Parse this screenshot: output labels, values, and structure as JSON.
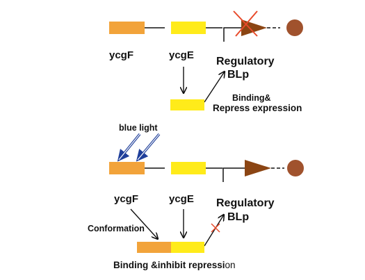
{
  "colors": {
    "ycgF": "#F2A33A",
    "ycgE": "#FFEB1A",
    "promoter_arrow": "#8B4513",
    "terminator": "#A0522D",
    "inhibit_cross": "#E84A2A",
    "blue_arrow": "#1F3F9A",
    "line": "#111111"
  },
  "top_panel": {
    "gene_ycgF": "ycgF",
    "gene_ycgE": "ycgE",
    "regulatory_line1": "Regulatory",
    "regulatory_line2": "BLp",
    "binding_line1": "Binding&",
    "binding_line2": "Repress expression"
  },
  "bottom_panel": {
    "blue_light": "blue light",
    "gene_ycgF": "ycgF",
    "gene_ycgE": "ycgE",
    "regulatory_line1": "Regulatory",
    "regulatory_line2": "BLp",
    "conformation": "Conformation",
    "binding_main": "Binding &inhibit repressi",
    "binding_tail": "on"
  }
}
